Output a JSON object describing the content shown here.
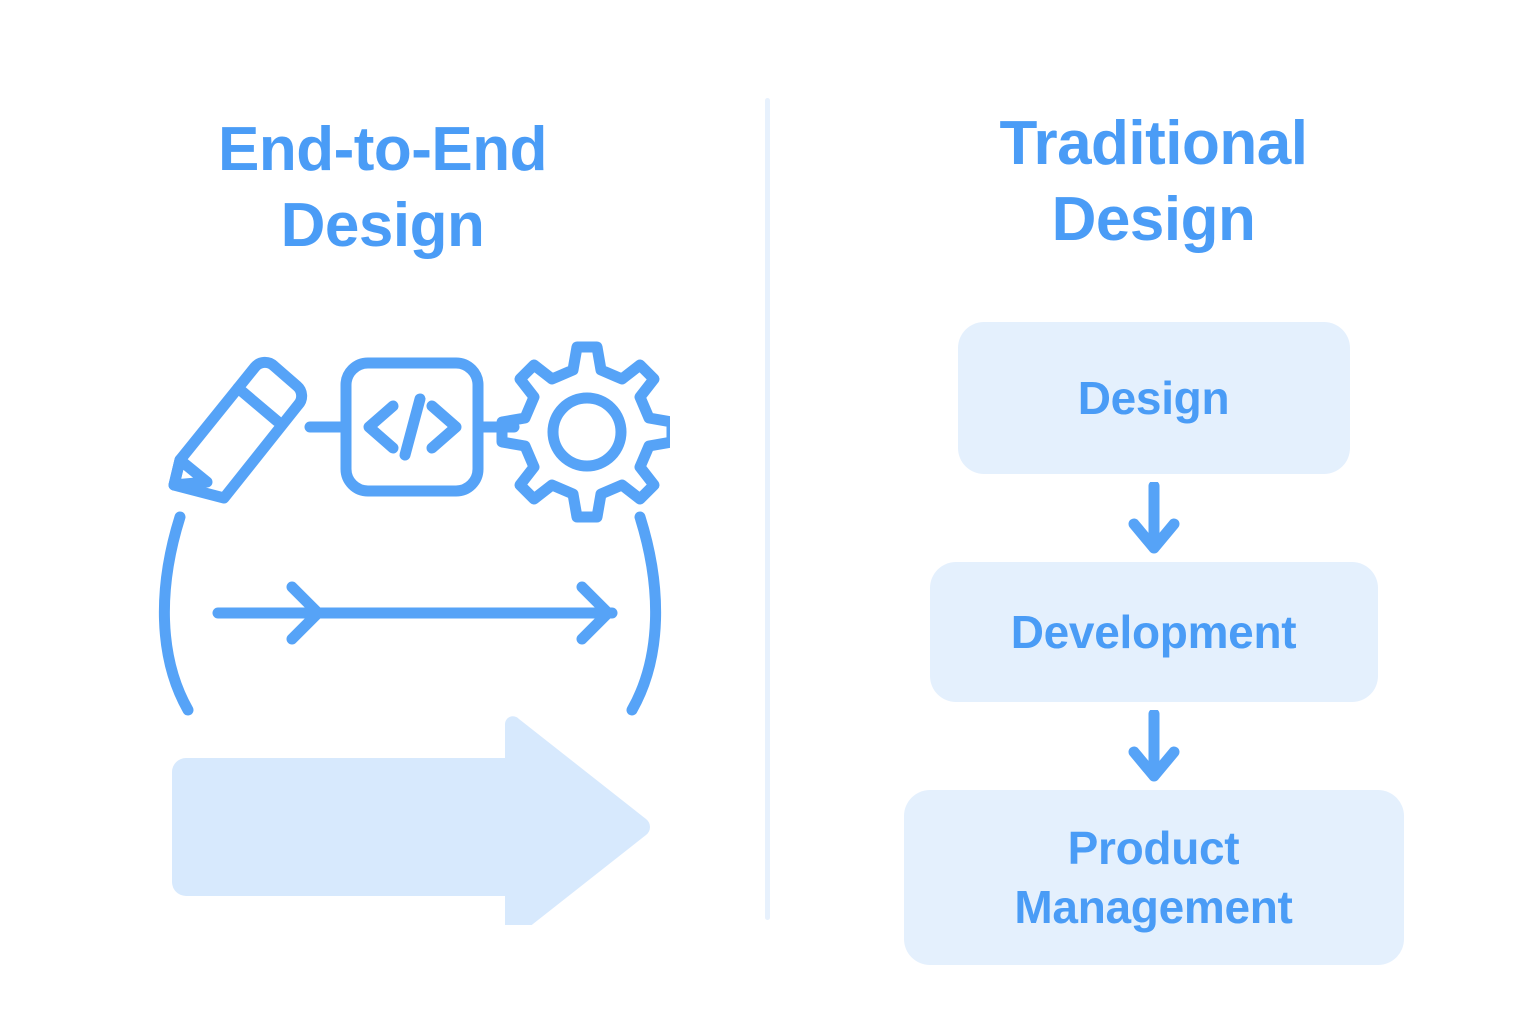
{
  "page": {
    "background_color": "#ffffff",
    "accent_color": "#4a9cf6",
    "fill_color": "#e4f0fd",
    "arrow_fill_color": "#d7e9fd",
    "divider_color": "#e7f1fd"
  },
  "left": {
    "heading": "End-to-End\nDesign",
    "icons": [
      {
        "name": "pencil-icon",
        "label": "Design"
      },
      {
        "name": "code-brackets-icon",
        "label": "Code"
      },
      {
        "name": "gear-icon",
        "label": "Build"
      }
    ],
    "cycle": {
      "name": "continuous-flow-arrow",
      "description": "Horizontal arrow spanning the bracket arcs"
    },
    "block_arrow": {
      "name": "forward-block-arrow",
      "direction": "right"
    }
  },
  "right": {
    "heading": "Traditional\nDesign",
    "steps": [
      {
        "label": "Design"
      },
      {
        "label": "Development"
      },
      {
        "label": "Product\nManagement"
      }
    ],
    "connector": {
      "name": "down-arrow",
      "direction": "down"
    }
  }
}
